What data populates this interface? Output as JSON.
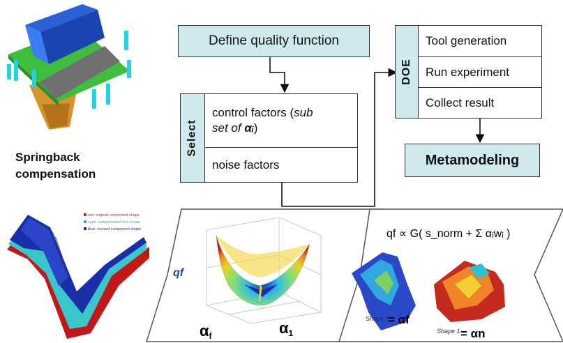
{
  "springback": {
    "line1": "Springback",
    "line2": "compensation"
  },
  "quality_box": {
    "label": "Define quality function"
  },
  "select": {
    "title": "Select",
    "control_factors": "control factors (sub set of αᵢ)",
    "control_line1": "control factors (",
    "control_italic1": "sub",
    "control_line2_italic": "set of ",
    "control_alpha": "αᵢ",
    "control_close": ")",
    "noise_factors": "noise factors"
  },
  "doe": {
    "title": "DOE",
    "items": [
      "Tool generation",
      "Run experiment",
      "Collect result"
    ]
  },
  "metamodeling": {
    "label": "Metamodeling"
  },
  "panel_left_legend": [
    "red: original component shape",
    "cyan: compensated tool shape",
    "blue: revised component shape"
  ],
  "panel_middle": {
    "ylabel": "qf",
    "xlabel1": "α",
    "xlabel1_sub": "f",
    "xlabel2": "α",
    "xlabel2_sub": "1"
  },
  "panel_right": {
    "formula": "qf ∝ G( s_norm + Σ αᵢwᵢ )",
    "shape1_caption": "Shape f",
    "shape1_symbol": "αf",
    "shape2_caption": "Shape 1",
    "shape2_symbol": "αn"
  },
  "colors": {
    "box_fill": "#cfe9ee",
    "border": "#333333",
    "accent_blue": "#1e3fa0"
  }
}
